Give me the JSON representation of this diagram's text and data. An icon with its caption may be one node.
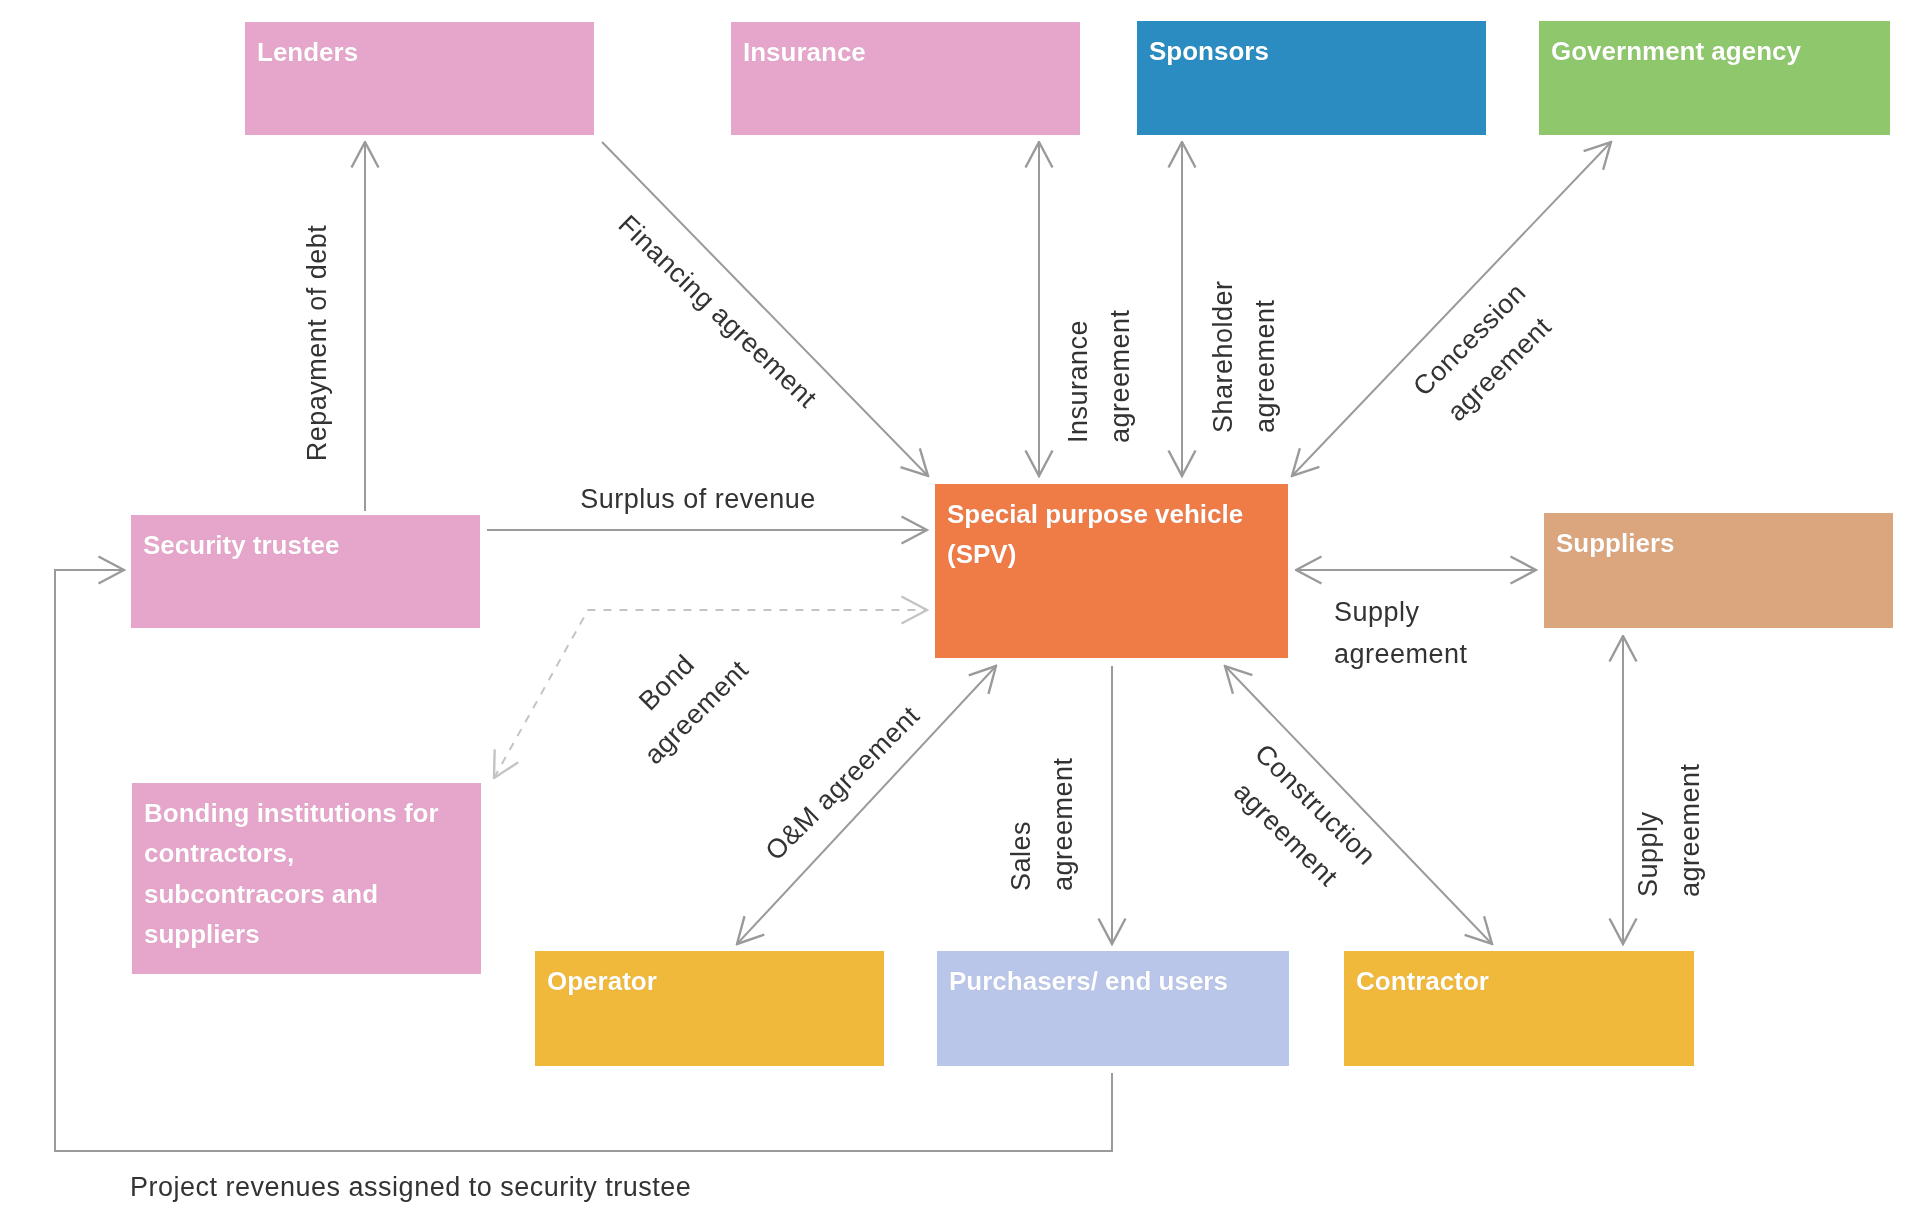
{
  "diagram": {
    "nodes": [
      {
        "text": [
          "Lenders"
        ]
      },
      {
        "text": [
          "Insurance"
        ]
      },
      {
        "text": [
          "Sponsors"
        ]
      },
      {
        "text": [
          "Government  agency"
        ]
      },
      {
        "text": [
          "Security trustee"
        ]
      },
      {
        "text": [
          "Special purpose vehicle (SPV)"
        ]
      },
      {
        "text": [
          "Suppliers"
        ]
      },
      {
        "text": [
          "Bonding institutions for contractors, subcontracors and suppliers"
        ]
      },
      {
        "text": [
          "Operator"
        ]
      },
      {
        "text": [
          "Purchasers/ end users"
        ]
      },
      {
        "text": [
          "Contractor"
        ]
      }
    ],
    "edges": [
      {
        "from": 4,
        "to": 0,
        "arrow": "to",
        "label": "Repayment of debt"
      },
      {
        "from": 0,
        "to": 5,
        "arrow": "to",
        "label": "Financing agreement"
      },
      {
        "from": 1,
        "to": 5,
        "arrow": "both",
        "label": "Insurance agreement"
      },
      {
        "from": 2,
        "to": 5,
        "arrow": "both",
        "label": "Shareholder agreement"
      },
      {
        "from": 5,
        "to": 3,
        "arrow": "both",
        "label": "Concession agreement"
      },
      {
        "from": 4,
        "to": 5,
        "arrow": "to",
        "label": "Surplus of revenue"
      },
      {
        "from": 7,
        "to": 5,
        "arrow": "both",
        "label": "Bond agreement",
        "style": "dashed",
        "color": "#c4c4c4"
      },
      {
        "from": 5,
        "to": 6,
        "arrow": "both",
        "label": "Supply agreement"
      },
      {
        "from": 8,
        "to": 5,
        "arrow": "both",
        "label": "O&M agreement"
      },
      {
        "from": 5,
        "to": 9,
        "arrow": "to",
        "label": "Sales agreement"
      },
      {
        "from": 5,
        "to": 10,
        "arrow": "both",
        "label": "Construction agreement"
      },
      {
        "from": 6,
        "to": 10,
        "arrow": "both",
        "label": "Supply agreement"
      },
      {
        "from": 9,
        "to": 4,
        "arrow": "to",
        "label": "Project revenues assigned to security trustee"
      }
    ]
  }
}
